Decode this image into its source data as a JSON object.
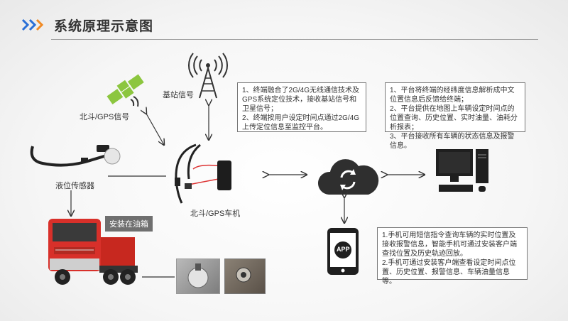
{
  "header": {
    "title": "系统原理示意图"
  },
  "labels": {
    "satellite": "北斗/GPS信号",
    "base_station": "基站信号",
    "level_sensor": "液位传感器",
    "terminal": "北斗/GPS车机",
    "install_badge": "安装在油箱",
    "app": "APP"
  },
  "boxes": {
    "terminal_info": [
      "1、终端融合了2G/4G无线通信技术及GPS系统定位技术，接收基站信号和卫星信号；",
      "2、终端按用户设定时间点通过2G/4G上传定位信息至监控平台。"
    ],
    "platform_info": [
      "1、平台将终端的经纬度信息解析成中文位置信息后反馈给终端；",
      "2、平台提供在地图上车辆设定时间点的位置查询、历史位置、实时油量、油耗分析报表；",
      "3、平台接收所有车辆的状态信息及报警信息。"
    ],
    "app_info": [
      "1.手机可用短信指令查询车辆的实时位置及接收报警信息，智能手机可通过安装客户端查找位置及历史轨迹回放。",
      "2.手机可通过安装客户端查看设定时间点位置、历史位置、报警信息、车辆油量信息等。"
    ]
  },
  "colors": {
    "accent_blue": "#2a6fd6",
    "accent_orange": "#f08a24",
    "satellite_green": "#8cc63f",
    "truck_red": "#d8302a",
    "icon_dark": "#333333"
  }
}
